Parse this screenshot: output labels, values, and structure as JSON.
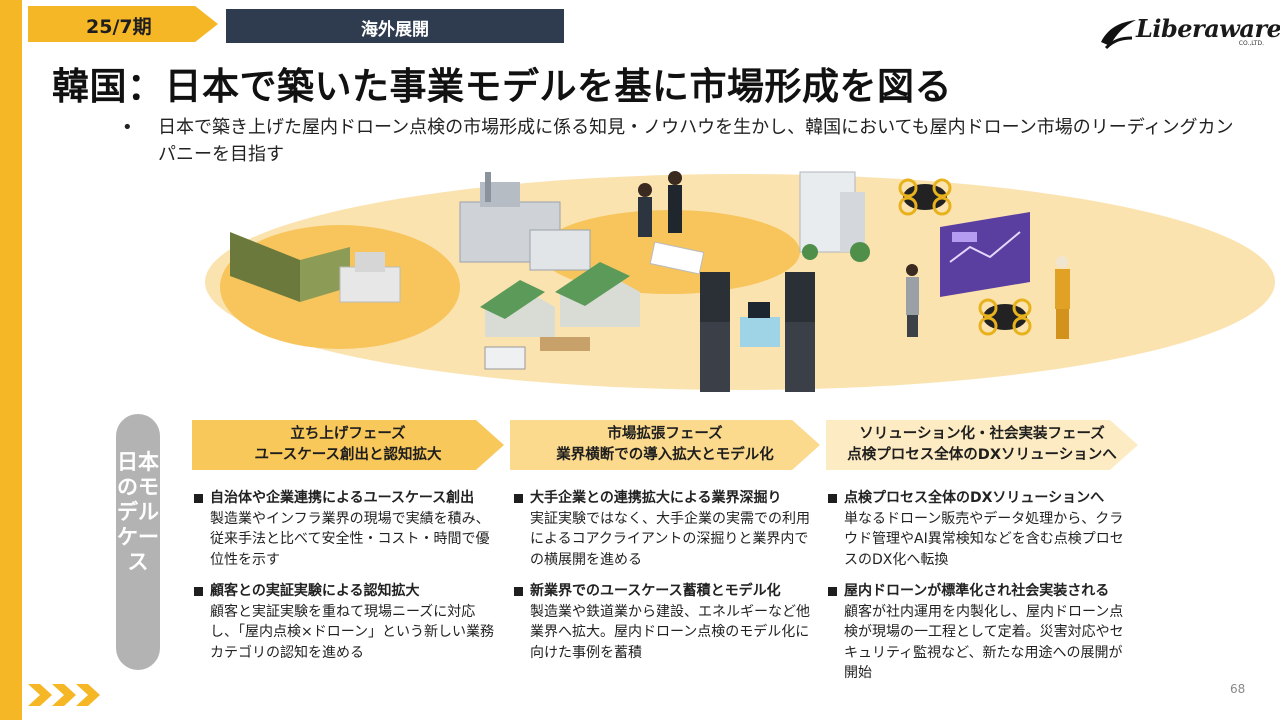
{
  "header": {
    "period": "25/7期",
    "section": "海外展開",
    "logo_text": "Liberaware",
    "logo_sub": "CO.,LTD."
  },
  "title": "韓国：日本で築いた事業モデルを基に市場形成を図る",
  "bullet": {
    "marker": "•",
    "text": "日本で築き上げた屋内ドローン点検の市場形成に係る知見・ノウハウを生かし、韓国においても屋内ドローン市場のリーディングカンパニーを目指す"
  },
  "side_label": "日本のモデルケース",
  "phases": [
    {
      "line1": "立ち上げフェーズ",
      "line2": "ユースケース創出と認知拡大",
      "color": "#f8c85a"
    },
    {
      "line1": "市場拡張フェーズ",
      "line2": "業界横断での導入拡大とモデル化",
      "color": "#fbd98d"
    },
    {
      "line1": "ソリューション化・社会実装フェーズ",
      "line2": "点検プロセス全体のDXソリューションへ",
      "color": "#fdebc3"
    }
  ],
  "columns": [
    {
      "items": [
        {
          "head": "自治体や企業連携によるユースケース創出",
          "body": "製造業やインフラ業界の現場で実績を積み、従来手法と比べて安全性・コスト・時間で優位性を示す"
        },
        {
          "head": "顧客との実証実験による認知拡大",
          "body": "顧客と実証実験を重ねて現場ニーズに対応し、「屋内点検×ドローン」という新しい業務カテゴリの認知を進める"
        }
      ]
    },
    {
      "items": [
        {
          "head": "大手企業との連携拡大による業界深掘り",
          "body": "実証実験ではなく、大手企業の実需での利用によるコアクライアントの深掘りと業界内での横展開を進める"
        },
        {
          "head": "新業界でのユースケース蓄積とモデル化",
          "body": "製造業や鉄道業から建設、エネルギーなど他業界へ拡大。屋内ドローン点検のモデル化に向けた事例を蓄積"
        }
      ]
    },
    {
      "items": [
        {
          "head": "点検プロセス全体のDXソリューションへ",
          "body": "単なるドローン販売やデータ処理から、クラウド管理やAI異常検知などを含む点検プロセスのDX化へ転換"
        },
        {
          "head": "屋内ドローンが標準化され社会実装される",
          "body": "顧客が社内運用を内製化し、屋内ドローン点検が現場の一工程として定着。災害対応やセキュリティ監視など、新たな用途への展開が開始"
        }
      ]
    }
  ],
  "page_number": "68",
  "colors": {
    "accent": "#f6b727",
    "navy": "#2f3b4f",
    "pill": "#b3b3b3"
  }
}
